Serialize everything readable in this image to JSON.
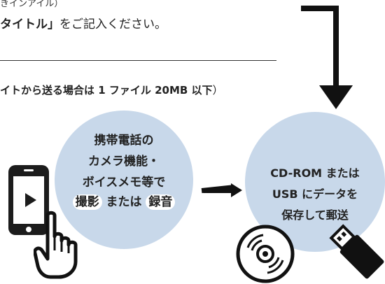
{
  "top_text": {
    "line1": "きインアイル）",
    "line2_bold": "タイトル」",
    "line2_rest": "をご記入ください。",
    "note_bold": "イトから送る場合は 1 ファイル 20MB 以下",
    "note_close": "）"
  },
  "left_circle": {
    "line1": "携帯電話の",
    "line2": "カメラ機能・",
    "line3": "ボイスメモ等で",
    "pill1": "撮影",
    "connector": "または",
    "pill2": "録音"
  },
  "right_circle": {
    "line1": "CD-ROM または",
    "line2": "USB にデータを",
    "line3": "保存して郵送"
  },
  "icons": {
    "big_arrow": "down-arrow",
    "small_arrow": "right-arrow",
    "phone": "smartphone-icon",
    "hand": "pointing-hand-icon",
    "cd": "cd-icon",
    "usb": "usb-drive-icon"
  },
  "colors": {
    "circle_fill": "#c8d8ea",
    "ink": "#222222"
  }
}
